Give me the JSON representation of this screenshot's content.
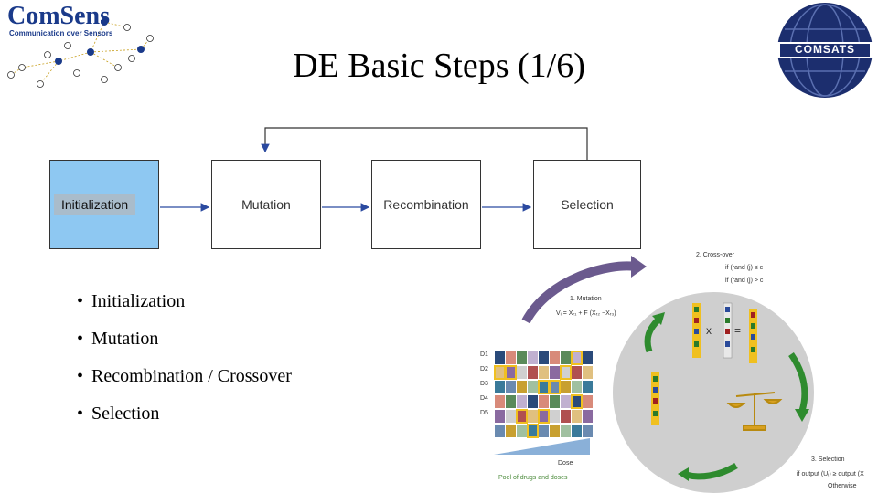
{
  "header": {
    "logo_left_name": "ComSens",
    "logo_left_tagline": "Communication over Sensors",
    "title": "DE Basic Steps (1/6)",
    "logo_right_name": "COMSATS"
  },
  "flow": {
    "steps": [
      "Initialization",
      "Mutation",
      "Recombination",
      "Selection"
    ]
  },
  "bullets": [
    "Initialization",
    "Mutation",
    "Recombination / Crossover",
    "Selection"
  ],
  "figure": {
    "crossover_title": "2. Cross-over",
    "crossover_line1": "if (rand (j) ≤ c",
    "crossover_line2": "if (rand (j) > c",
    "mutation_title": "1. Mutation",
    "mutation_formula": "Vᵢ = Xᵣ₁ + F (Xᵣ₂ −Xᵣ₃)",
    "selection_title": "3. Selection",
    "selection_line1": "if output (Uᵢ) ≥ output (X",
    "selection_line2": "Otherwise",
    "row_labels": [
      "D1",
      "D2",
      "D3",
      "D4",
      "D5"
    ],
    "dose_label": "Dose",
    "pool_caption": "Pool of drugs and doses",
    "colors": {
      "init_box": "#8ec8f2",
      "arrow_purple": "#6b5a8e",
      "arrow_green": "#2e8b2e",
      "circle_gray": "#cfcfcf",
      "highlight": "#f0c020"
    }
  }
}
